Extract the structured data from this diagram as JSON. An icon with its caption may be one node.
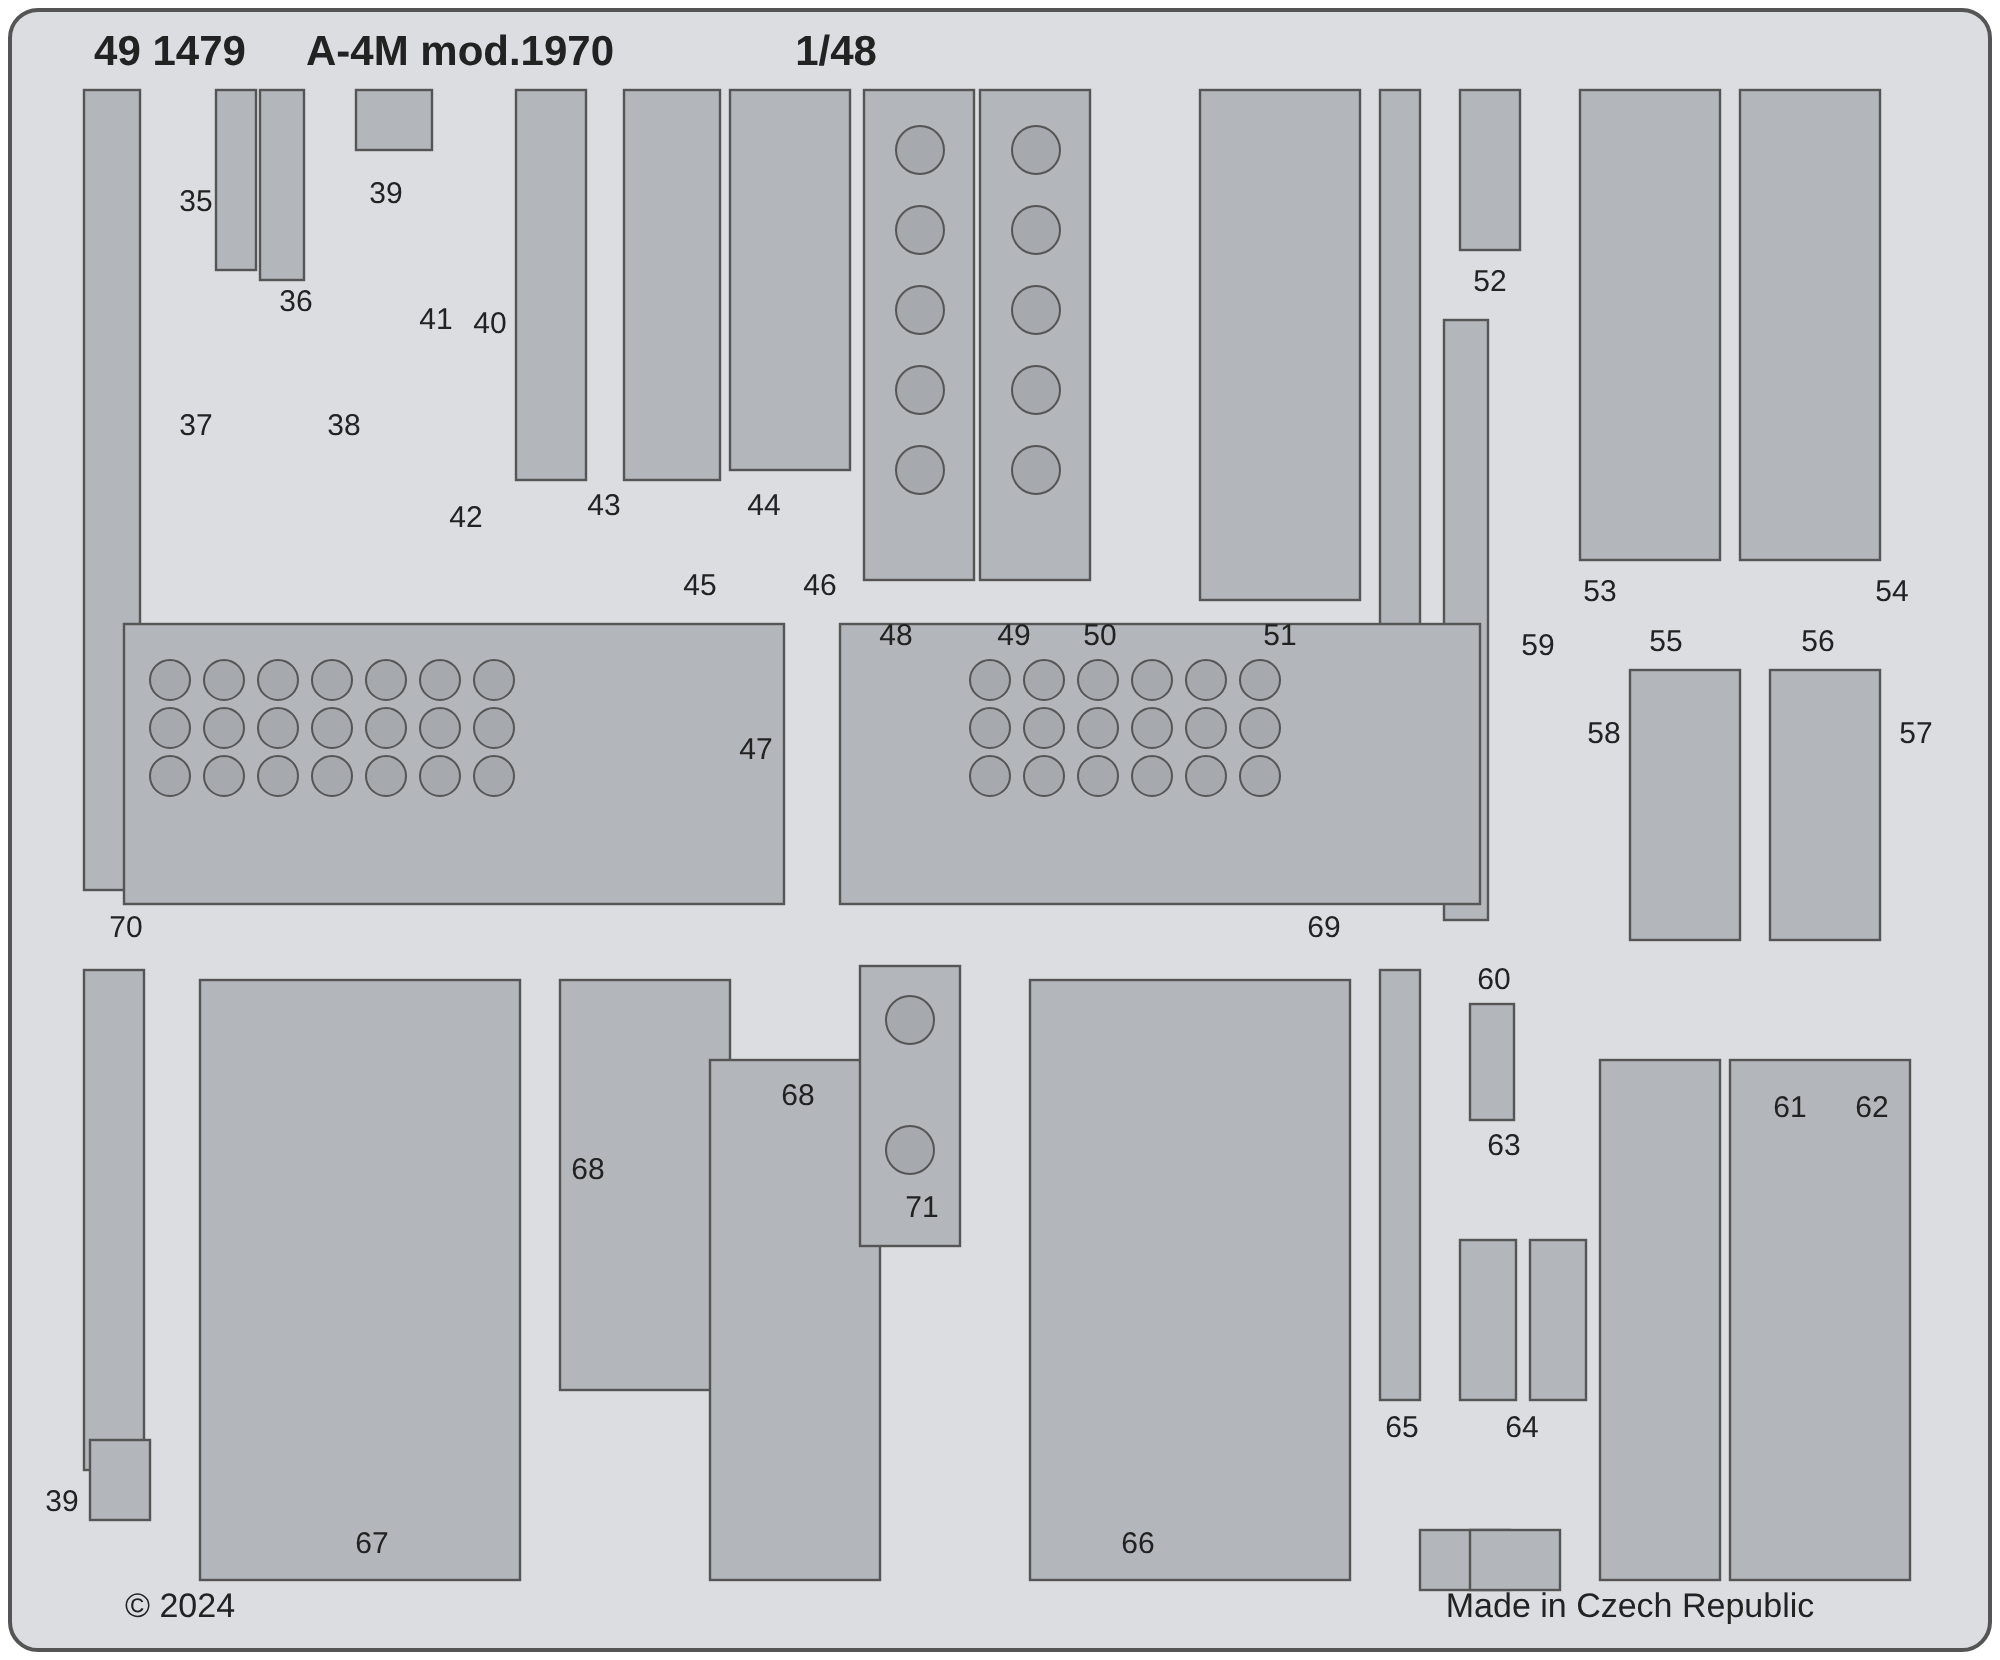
{
  "diagram": {
    "title": "49 1479",
    "labels": [
      "A-4M mod.1970",
      "1/48",
      "35",
      "39",
      "36",
      "41",
      "40",
      "37",
      "38",
      "42",
      "43",
      "44",
      "45",
      "46",
      "48",
      "49",
      "50",
      "51",
      "52",
      "53",
      "54",
      "59",
      "55",
      "56",
      "58",
      "57",
      "47",
      "70",
      "69",
      "60",
      "68",
      "68",
      "71",
      "63",
      "61",
      "62",
      "65",
      "64",
      "39",
      "67",
      "66",
      "© 2024",
      "Made in Czech Republic"
    ]
  }
}
